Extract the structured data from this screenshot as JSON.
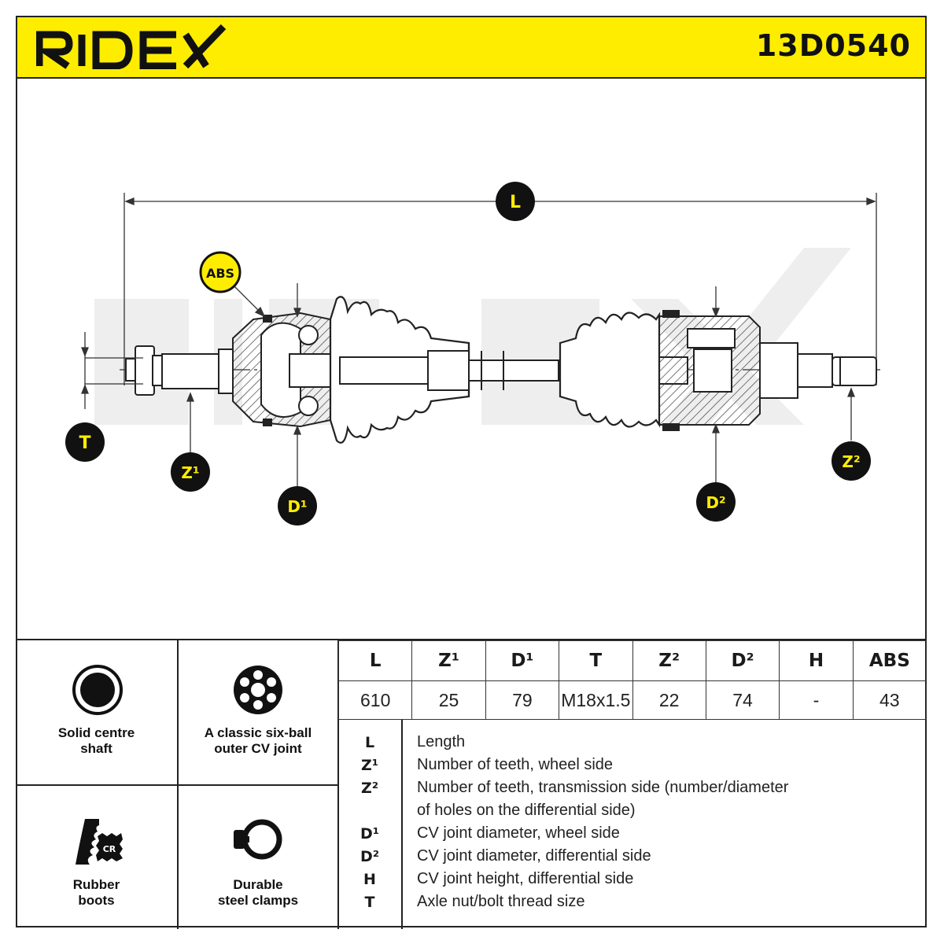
{
  "brand": {
    "name": "RIDEX",
    "color_yellow": "#ffed00",
    "color_dark": "#1a1a1a"
  },
  "part_number": "13D0540",
  "diagram": {
    "labels": {
      "L": "L",
      "ABS": "ABS",
      "T": "T",
      "Z1": "Z¹",
      "D1": "D¹",
      "D2": "D²",
      "Z2": "Z²"
    }
  },
  "features": [
    {
      "label": "Solid centre shaft",
      "icon": "solid-shaft-icon"
    },
    {
      "label": "A classic six-ball outer CV joint",
      "icon": "six-ball-joint-icon"
    },
    {
      "label": "Rubber boots",
      "icon": "rubber-boot-cr-icon"
    },
    {
      "label": "Durable steel clamps",
      "icon": "steel-clamp-icon"
    }
  ],
  "features_lines": {
    "f0": [
      "Solid centre",
      "shaft"
    ],
    "f1": [
      "A classic six-ball",
      "outer CV joint"
    ],
    "f2": [
      "Rubber",
      "boots"
    ],
    "f3": [
      "Durable",
      "steel clamps"
    ]
  },
  "specs": {
    "headers": [
      "L",
      "Z¹",
      "D¹",
      "T",
      "Z²",
      "D²",
      "H",
      "ABS"
    ],
    "values": [
      "610",
      "25",
      "79",
      "M18x1.5",
      "22",
      "74",
      "-",
      "43"
    ]
  },
  "legend": [
    {
      "symbol": "L",
      "text": "Length"
    },
    {
      "symbol": "Z¹",
      "text": "Number of teeth, wheel side"
    },
    {
      "symbol": "Z²",
      "text": "Number of teeth, transmission side (number/diameter"
    },
    {
      "symbol": "",
      "text": "of holes on the differential side)"
    },
    {
      "symbol": "D¹",
      "text": "CV joint diameter, wheel side"
    },
    {
      "symbol": "D²",
      "text": "CV joint diameter, differential side"
    },
    {
      "symbol": "H",
      "text": "CV joint height, differential side"
    },
    {
      "symbol": "T",
      "text": "Axle nut/bolt thread size"
    }
  ]
}
